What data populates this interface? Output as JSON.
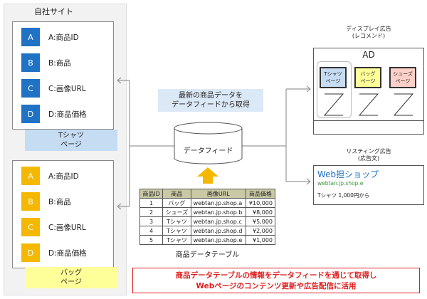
{
  "site": {
    "title": "自社サイト",
    "tshirt_page": {
      "items": [
        {
          "key": "A",
          "label": "A:商品ID"
        },
        {
          "key": "B",
          "label": "B:商品"
        },
        {
          "key": "C",
          "label": "C:画像URL"
        },
        {
          "key": "D",
          "label": "D:商品価格"
        }
      ],
      "label1": "Tシャツ",
      "label2": "ページ"
    },
    "bag_page": {
      "items": [
        {
          "key": "A",
          "label": "A:商品ID"
        },
        {
          "key": "B",
          "label": "B:商品"
        },
        {
          "key": "C",
          "label": "C:画像URL"
        },
        {
          "key": "D",
          "label": "D:商品価格"
        }
      ],
      "label1": "バッグ",
      "label2": "ページ"
    }
  },
  "feed": {
    "note1": "最新の商品データを",
    "note2": "データフィードから取得",
    "db": "データフィード"
  },
  "table": {
    "caption": "商品データテーブル",
    "headers": [
      "商品ID",
      "商品",
      "画像URL",
      "商品価格"
    ],
    "rows": [
      [
        "1",
        "バッグ",
        "webtan.jp.shop.a",
        "¥10,000"
      ],
      [
        "2",
        "シューズ",
        "webtan.jp.shop.b",
        "¥8,000"
      ],
      [
        "3",
        "Tシャツ",
        "webtan.jp.shop.c",
        "¥5,000"
      ],
      [
        "4",
        "Tシャツ",
        "webtan.jp.shop.d",
        "¥2,000"
      ],
      [
        "5",
        "Tシャツ",
        "webtan.jp.shop.e",
        "¥1,000"
      ]
    ]
  },
  "display_ad": {
    "title1": "ディスプレイ広告",
    "title2": "(レコメンド)",
    "ad": "AD",
    "cards": [
      {
        "l1": "Tシャツ",
        "l2": "ページ",
        "color": "#c5dcf2"
      },
      {
        "l1": "バッグ",
        "l2": "ページ",
        "color": "#ffff99"
      },
      {
        "l1": "シューズ",
        "l2": "ページ",
        "color": "#fcd0c8"
      }
    ]
  },
  "listing_ad": {
    "title1": "リスティング広告",
    "title2": "(広告文)",
    "headline": "Web担ショップ",
    "url": "webtan.jp.shop.e",
    "text": "Tシャツ 1,000円から"
  },
  "summary": {
    "line1": "商品データテーブルの情報をデータフィードを通じて取得し",
    "line2": "Webページのコンテンツ更新や広告配信に活用"
  }
}
